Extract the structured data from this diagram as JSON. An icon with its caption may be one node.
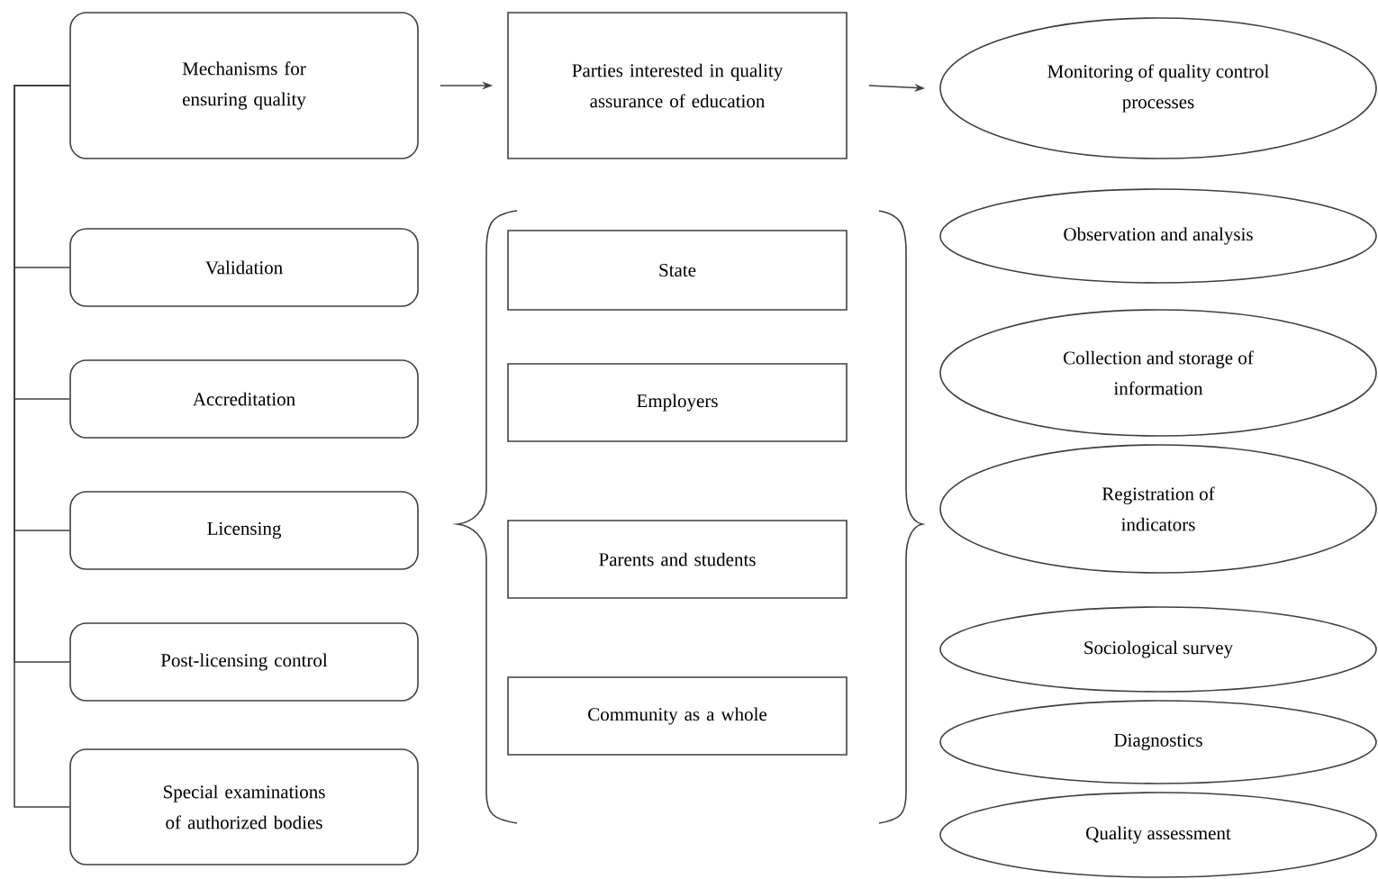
{
  "diagram": {
    "nodes": [
      {
        "text": [
          "Mechanisms for ensuring quality"
        ]
      },
      {
        "text": [
          "Validation"
        ]
      },
      {
        "text": [
          "Accreditation"
        ]
      },
      {
        "text": [
          "Licensing"
        ]
      },
      {
        "text": [
          "Post-licensing control"
        ]
      },
      {
        "text": [
          "Special examinations of authorized bodies"
        ]
      },
      {
        "text": [
          "Parties interested in quality assurance of education"
        ]
      },
      {
        "text": [
          "State"
        ]
      },
      {
        "text": [
          "Employers"
        ]
      },
      {
        "text": [
          "Parents and students"
        ]
      },
      {
        "text": [
          "Community as a whole"
        ]
      },
      {
        "text": [
          "Monitoring of quality control processes"
        ]
      },
      {
        "text": [
          "Observation and analysis"
        ]
      },
      {
        "text": [
          "Collection and storage of information"
        ]
      },
      {
        "text": [
          "Registration of indicators"
        ]
      },
      {
        "text": [
          "Sociological survey"
        ]
      },
      {
        "text": [
          "Diagnostics"
        ]
      },
      {
        "text": [
          "Quality assessment"
        ]
      }
    ],
    "edges": [
      {
        "from": 0,
        "to": 1,
        "arrow": "none"
      },
      {
        "from": 0,
        "to": 2,
        "arrow": "none"
      },
      {
        "from": 0,
        "to": 3,
        "arrow": "none"
      },
      {
        "from": 0,
        "to": 4,
        "arrow": "none"
      },
      {
        "from": 0,
        "to": 5,
        "arrow": "none"
      },
      {
        "from": 0,
        "to": 6,
        "arrow": "to"
      },
      {
        "from": 6,
        "to": 11,
        "arrow": "to"
      }
    ]
  }
}
